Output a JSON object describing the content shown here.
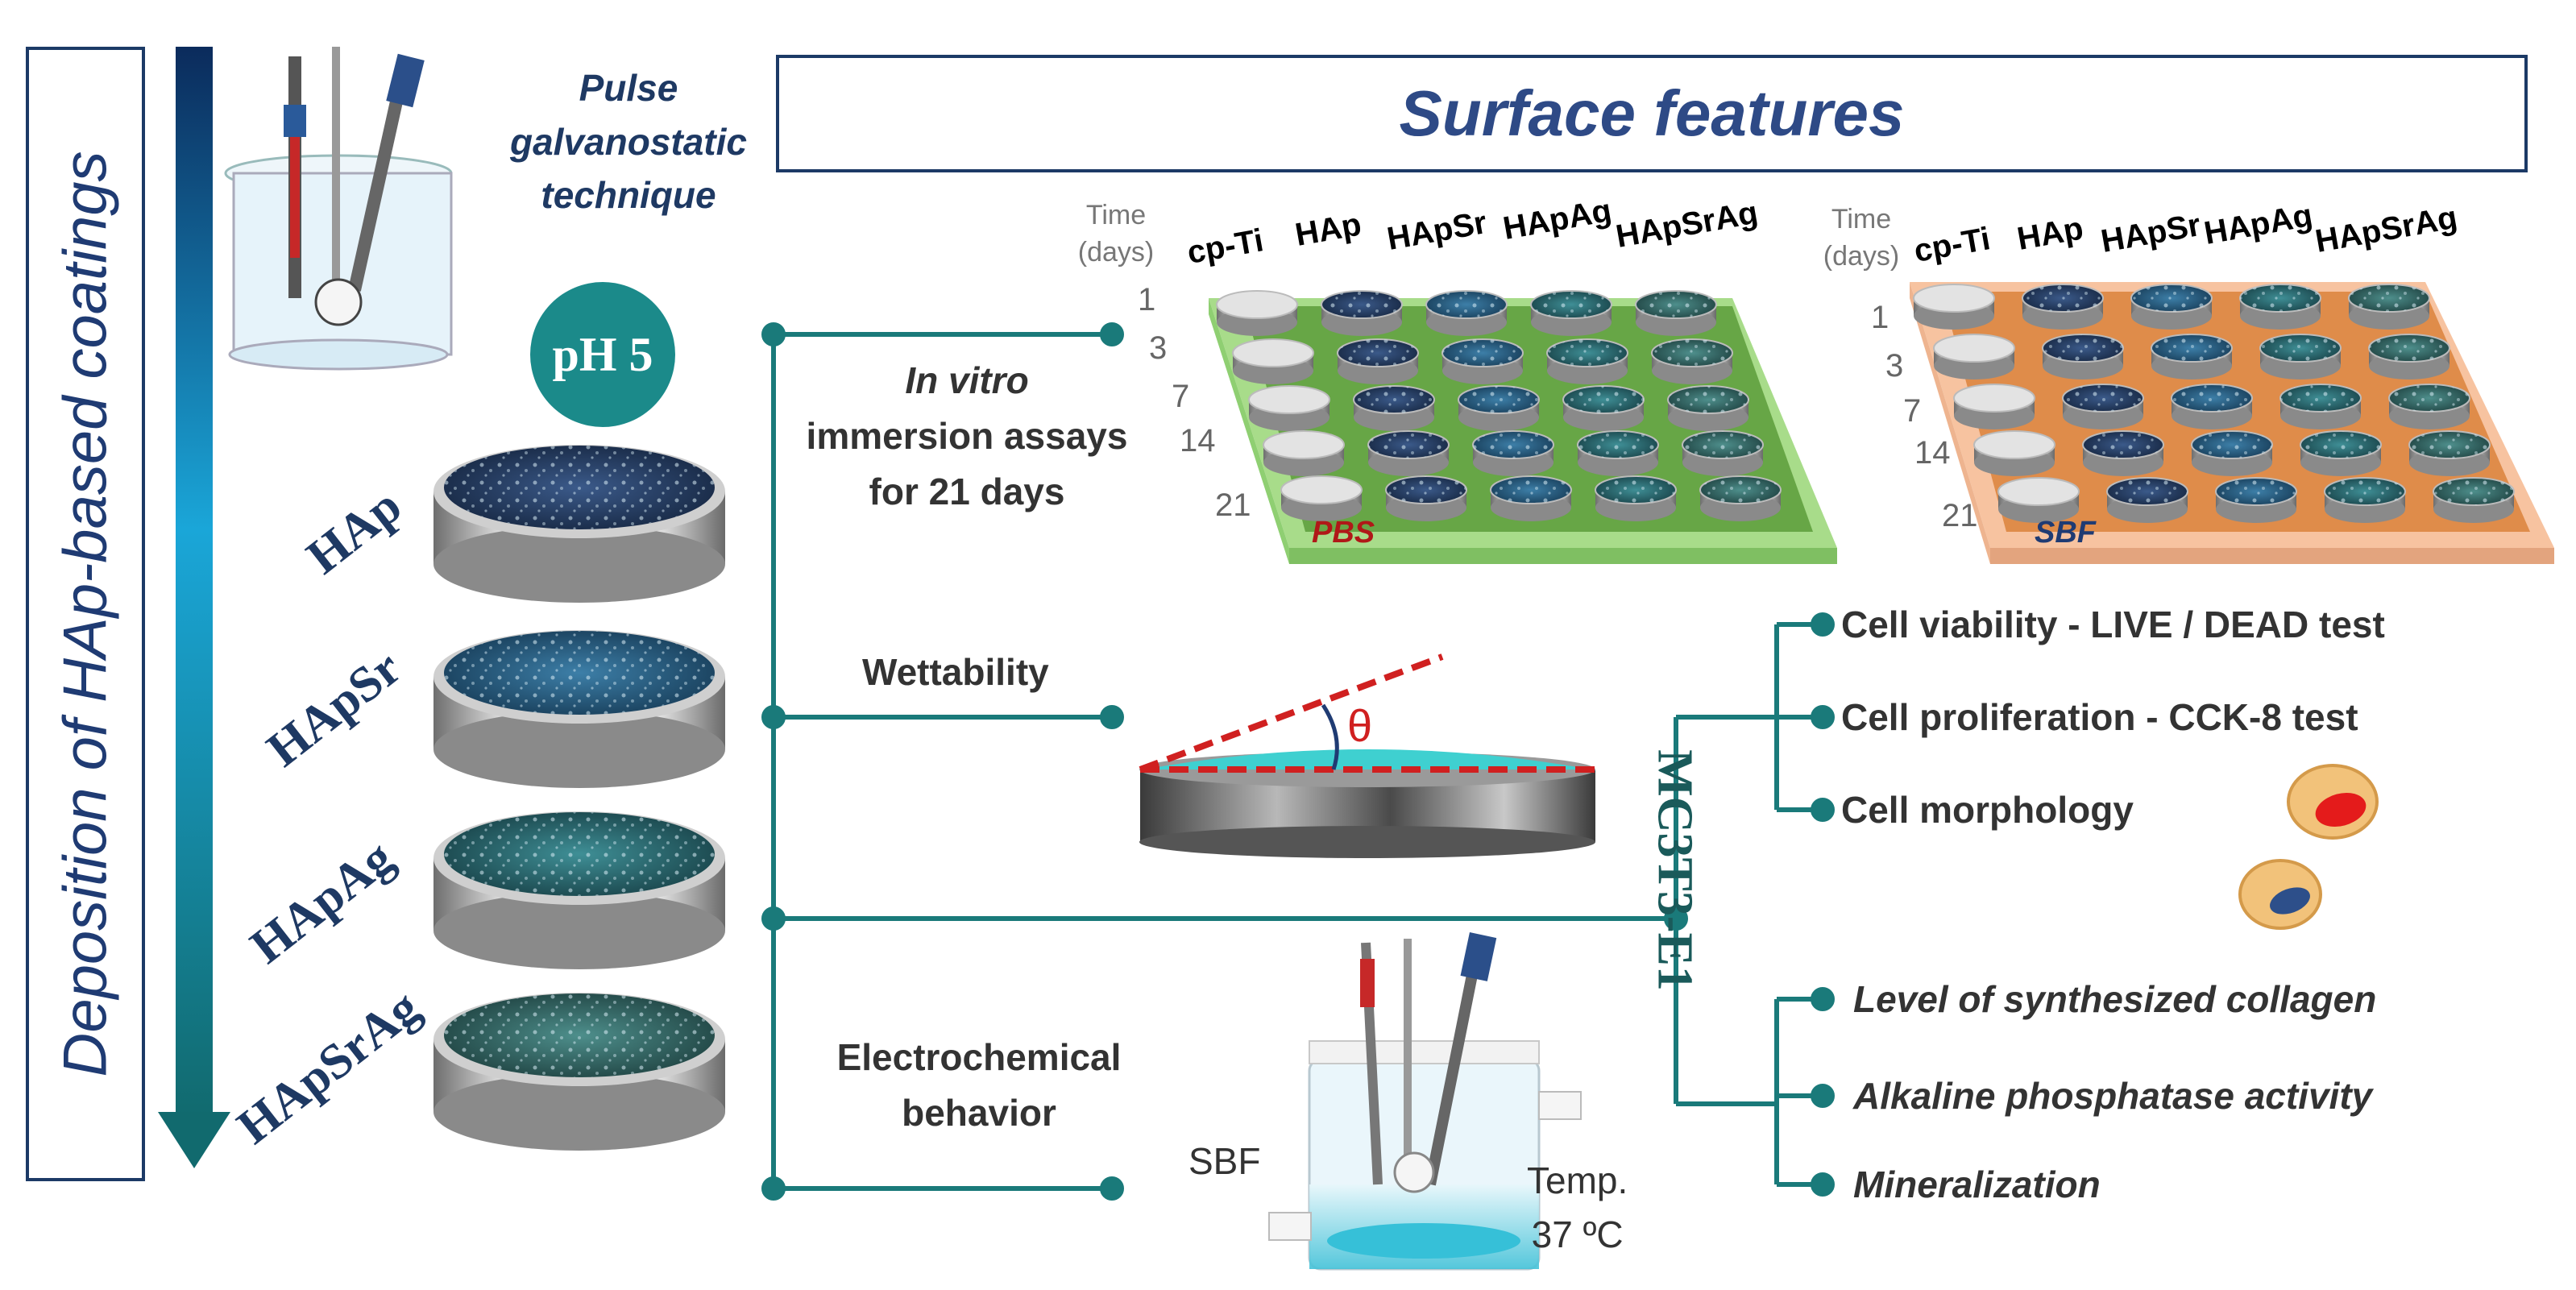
{
  "left_panel": {
    "vertical_title": "Deposition of HAp-based coatings",
    "technique": [
      "Pulse",
      "galvanostatic",
      "technique"
    ],
    "ph_badge": "pH 5",
    "coatings": [
      "HAp",
      "HApSr",
      "HApAg",
      "HApSrAg"
    ]
  },
  "header": {
    "title": "Surface features"
  },
  "immersion": {
    "description": [
      "In vitro",
      "immersion assays",
      "for 21 days"
    ],
    "time_label": [
      "Time",
      "(days)"
    ],
    "days": [
      "1",
      "3",
      "7",
      "14",
      "21"
    ],
    "samples": [
      "cp-Ti",
      "HAp",
      "HApSr",
      "HApAg",
      "HApSrAg"
    ],
    "media": [
      {
        "name": "PBS",
        "color": "#b01818"
      },
      {
        "name": "SBF",
        "color": "#1f3b73"
      }
    ]
  },
  "wettability": {
    "label": "Wettability",
    "angle_symbol": "θ"
  },
  "electrochemical": {
    "label": [
      "Electrochemical",
      "behavior"
    ],
    "electrolyte": "SBF",
    "temperature": [
      "Temp.",
      "37 ºC"
    ]
  },
  "biology": {
    "cell_line": "MC3T3-E1",
    "tests_upper": [
      "Cell viability - LIVE / DEAD test",
      "Cell proliferation - CCK-8 test",
      "Cell morphology"
    ],
    "tests_lower": [
      "Level of synthesized collagen",
      "Alkaline phosphatase  activity",
      "Mineralization"
    ]
  },
  "colors": {
    "teal": "#1a7a7a",
    "navy": "#1f3b73",
    "pbs_plate": "#a8dc8a",
    "sbf_plate": "#f7c3a0"
  }
}
